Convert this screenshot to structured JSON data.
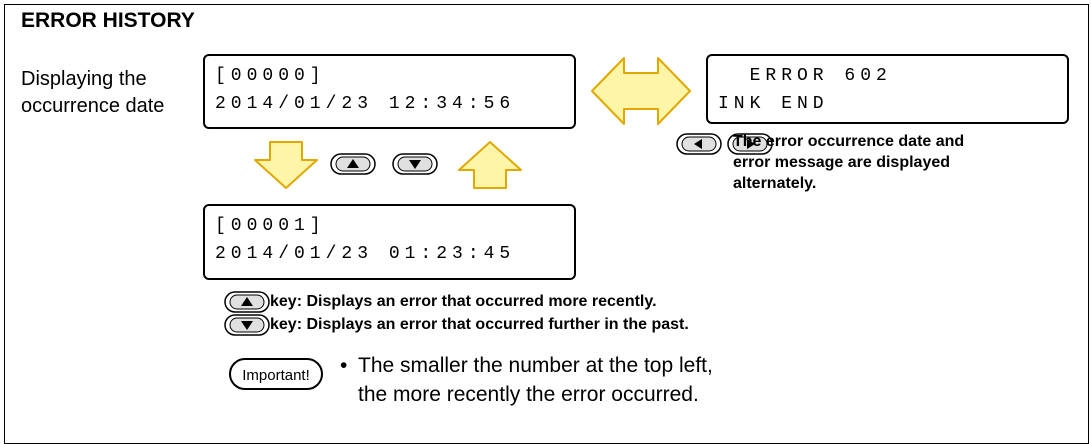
{
  "title": "ERROR HISTORY",
  "side_label": {
    "line1": "Displaying the",
    "line2": "occurrence date"
  },
  "lcd_top": {
    "line1": "[00000]",
    "line2": "2014/01/23 12:34:56"
  },
  "lcd_right": {
    "line1": "  ERROR 602",
    "line2": "INK END"
  },
  "lcd_bottom": {
    "line1": "[00001]",
    "line2": "2014/01/23 01:23:45"
  },
  "alternate_note": {
    "line1": "The error occurrence date and",
    "line2": "error message are displayed",
    "line3": "alternately."
  },
  "key_help": {
    "up": "key: Displays an error that occurred more recently.",
    "down": "key: Displays an error that occurred further in the past."
  },
  "important": {
    "badge": "Important!",
    "bullet": "•",
    "line1": "The smaller the number at the top left,",
    "line2": "the more recently the error occurred."
  },
  "colors": {
    "arrow_fill": "#fff5a8",
    "arrow_stroke": "#e0a800",
    "key_fill": "#e0e0e0"
  },
  "icons": [
    "double-arrow-icon",
    "down-arrow-icon",
    "up-arrow-icon",
    "up-key-icon",
    "down-key-icon",
    "left-key-icon",
    "right-key-icon",
    "important-badge-icon"
  ]
}
